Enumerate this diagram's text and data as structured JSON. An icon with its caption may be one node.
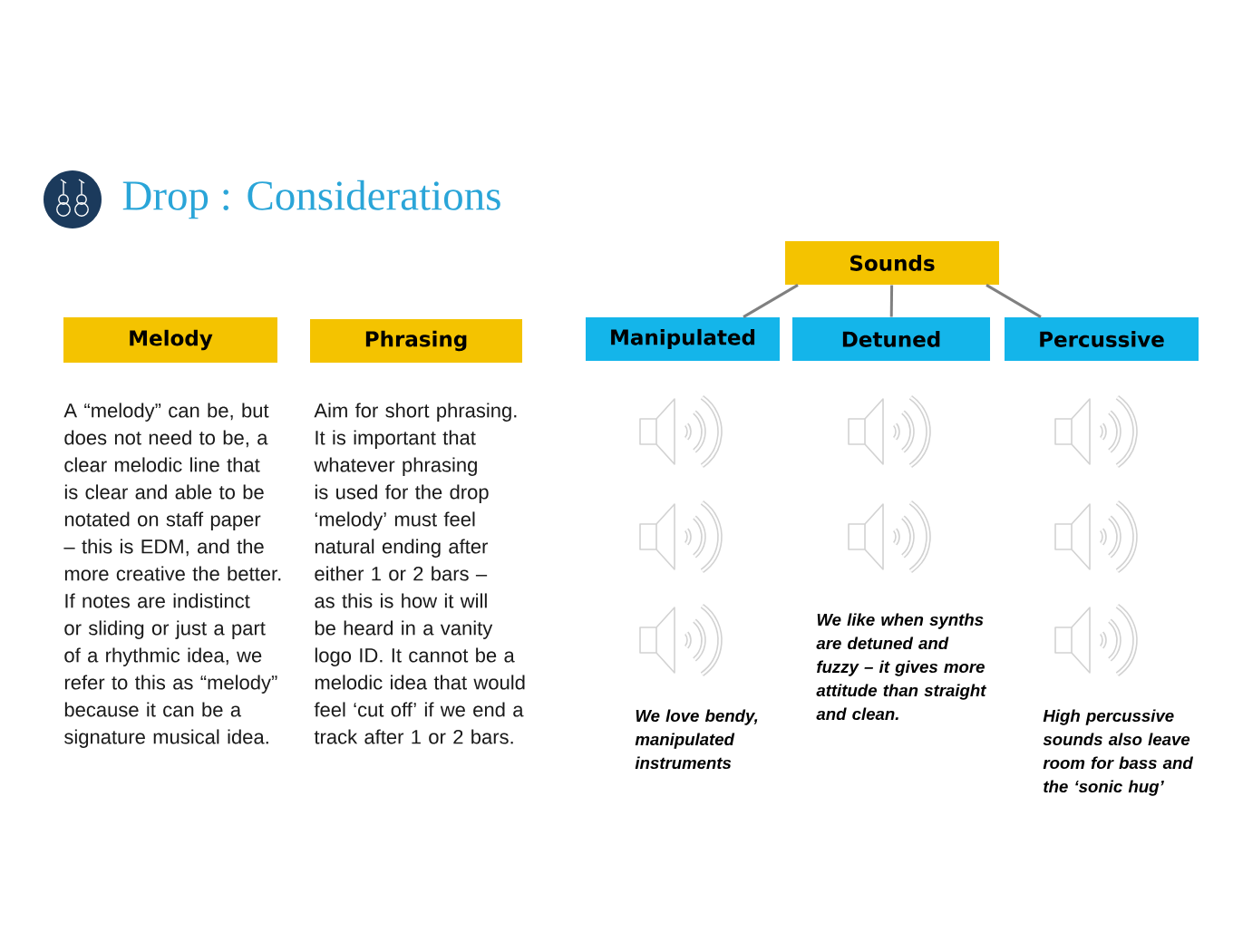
{
  "diagram": {
    "title": "Drop : Considerations",
    "nodes": [
      {
        "text": [
          "Sounds"
        ]
      },
      {
        "text": [
          "Melody"
        ],
        "beside": [
          "A “melody” can be, but does not need to be, a clear melodic line that is clear and able to be notated on staff paper – this is EDM, and the more creative the better. If notes are indistinct or sliding or just a part of a rhythmic idea, we refer to this as “melody” because it can be a signature musical idea."
        ]
      },
      {
        "text": [
          "Phrasing"
        ],
        "beside": [
          "Aim for short phrasing. It is important that whatever phrasing is used for the drop ‘melody’ must feel natural ending after either 1 or 2 bars – as this is how it will be heard in a vanity logo ID. It cannot be a melodic idea that would feel ‘cut off’ if we end a track after 1 or 2 bars."
        ]
      },
      {
        "text": [
          "Manipulated"
        ]
      },
      {
        "text": [
          "Detuned"
        ]
      },
      {
        "text": [
          "Percussive"
        ]
      }
    ],
    "edges": [
      {
        "from": 0,
        "to": 3,
        "arrow": "none"
      },
      {
        "from": 0,
        "to": 4,
        "arrow": "none"
      },
      {
        "from": 0,
        "to": 5,
        "arrow": "none"
      }
    ],
    "labels": [
      "We love bendy, manipulated instruments",
      "We like when synths are detuned and fuzzy – it gives more attitude than straight and clean.",
      "High percussive sounds also leave room for bass and the ‘sonic hug’"
    ]
  }
}
